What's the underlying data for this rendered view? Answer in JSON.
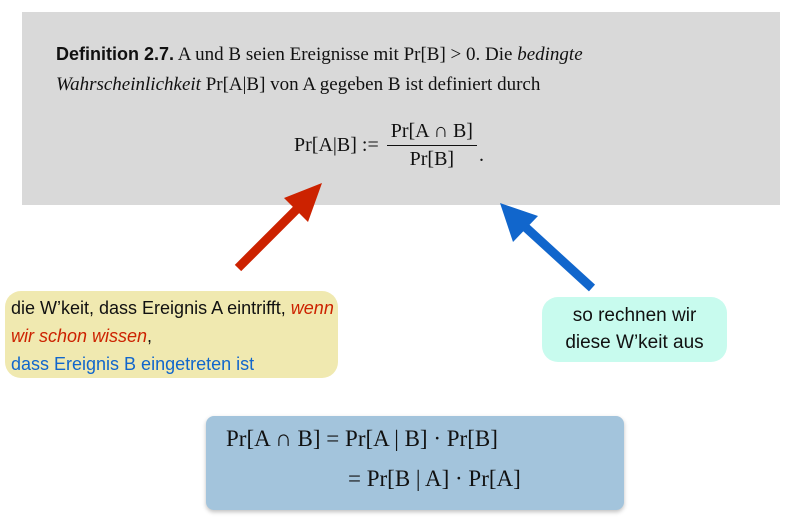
{
  "definition": {
    "label": "Definition 2.7.",
    "line1_rest": " A und B seien Ereignisse mit Pr[B] > 0. Die ",
    "line1_italic": "bedingte",
    "line2_italic": "Wahrscheinlichkeit",
    "line2_rest": " Pr[A|B] von A gegeben B ist definiert durch",
    "formula_lhs": "Pr[A|B] :=",
    "formula_num": "Pr[A ∩ B]",
    "formula_den": "Pr[B]",
    "formula_end": "."
  },
  "note_left": {
    "part1": "die W’keit, dass Ereignis A eintrifft, ",
    "part2_red": "wenn wir schon wissen",
    "part3": ",",
    "part4_blue": "dass Ereignis B eingetreten ist"
  },
  "note_right": {
    "line1": "so rechnen wir",
    "line2": "diese W’keit aus"
  },
  "equations": {
    "line1": "Pr[A ∩ B] = Pr[A | B] · Pr[B]",
    "line2": "= Pr[B | A] · Pr[A]"
  },
  "colors": {
    "red_arrow": "#cc2200",
    "blue_arrow": "#1166cc",
    "yellow": "#f0e9b0",
    "cyan": "#c8fbee",
    "eqbox": "#a3c4dc"
  }
}
